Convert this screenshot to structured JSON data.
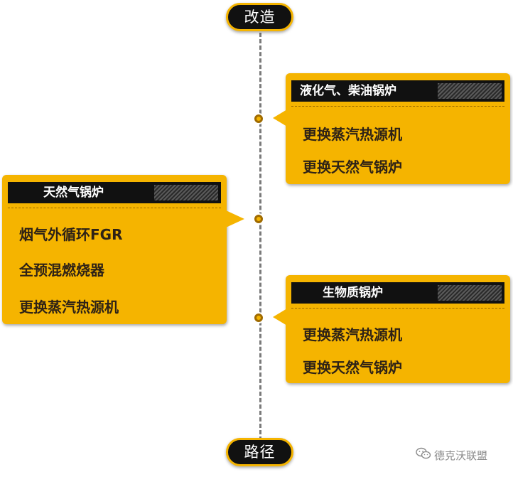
{
  "timeline": {
    "top_label": "改造",
    "bottom_label": "路径"
  },
  "cards": [
    {
      "title": "液化气、柴油锅炉",
      "items": [
        "更换蒸汽热源机",
        "更换天然气锅炉"
      ]
    },
    {
      "title": "天然气锅炉",
      "items": [
        "烟气外循环FGR",
        "全预混燃烧器",
        "更换蒸汽热源机"
      ]
    },
    {
      "title": "生物质锅炉",
      "items": [
        "更换蒸汽热源机",
        "更换天然气锅炉"
      ]
    }
  ],
  "watermark": {
    "text": "德克沃联盟",
    "icon": "wechat-icon"
  },
  "colors": {
    "accent": "#f5b400",
    "header": "#111111",
    "item_text": "#2e2216",
    "timeline": "#7a7a7a"
  }
}
